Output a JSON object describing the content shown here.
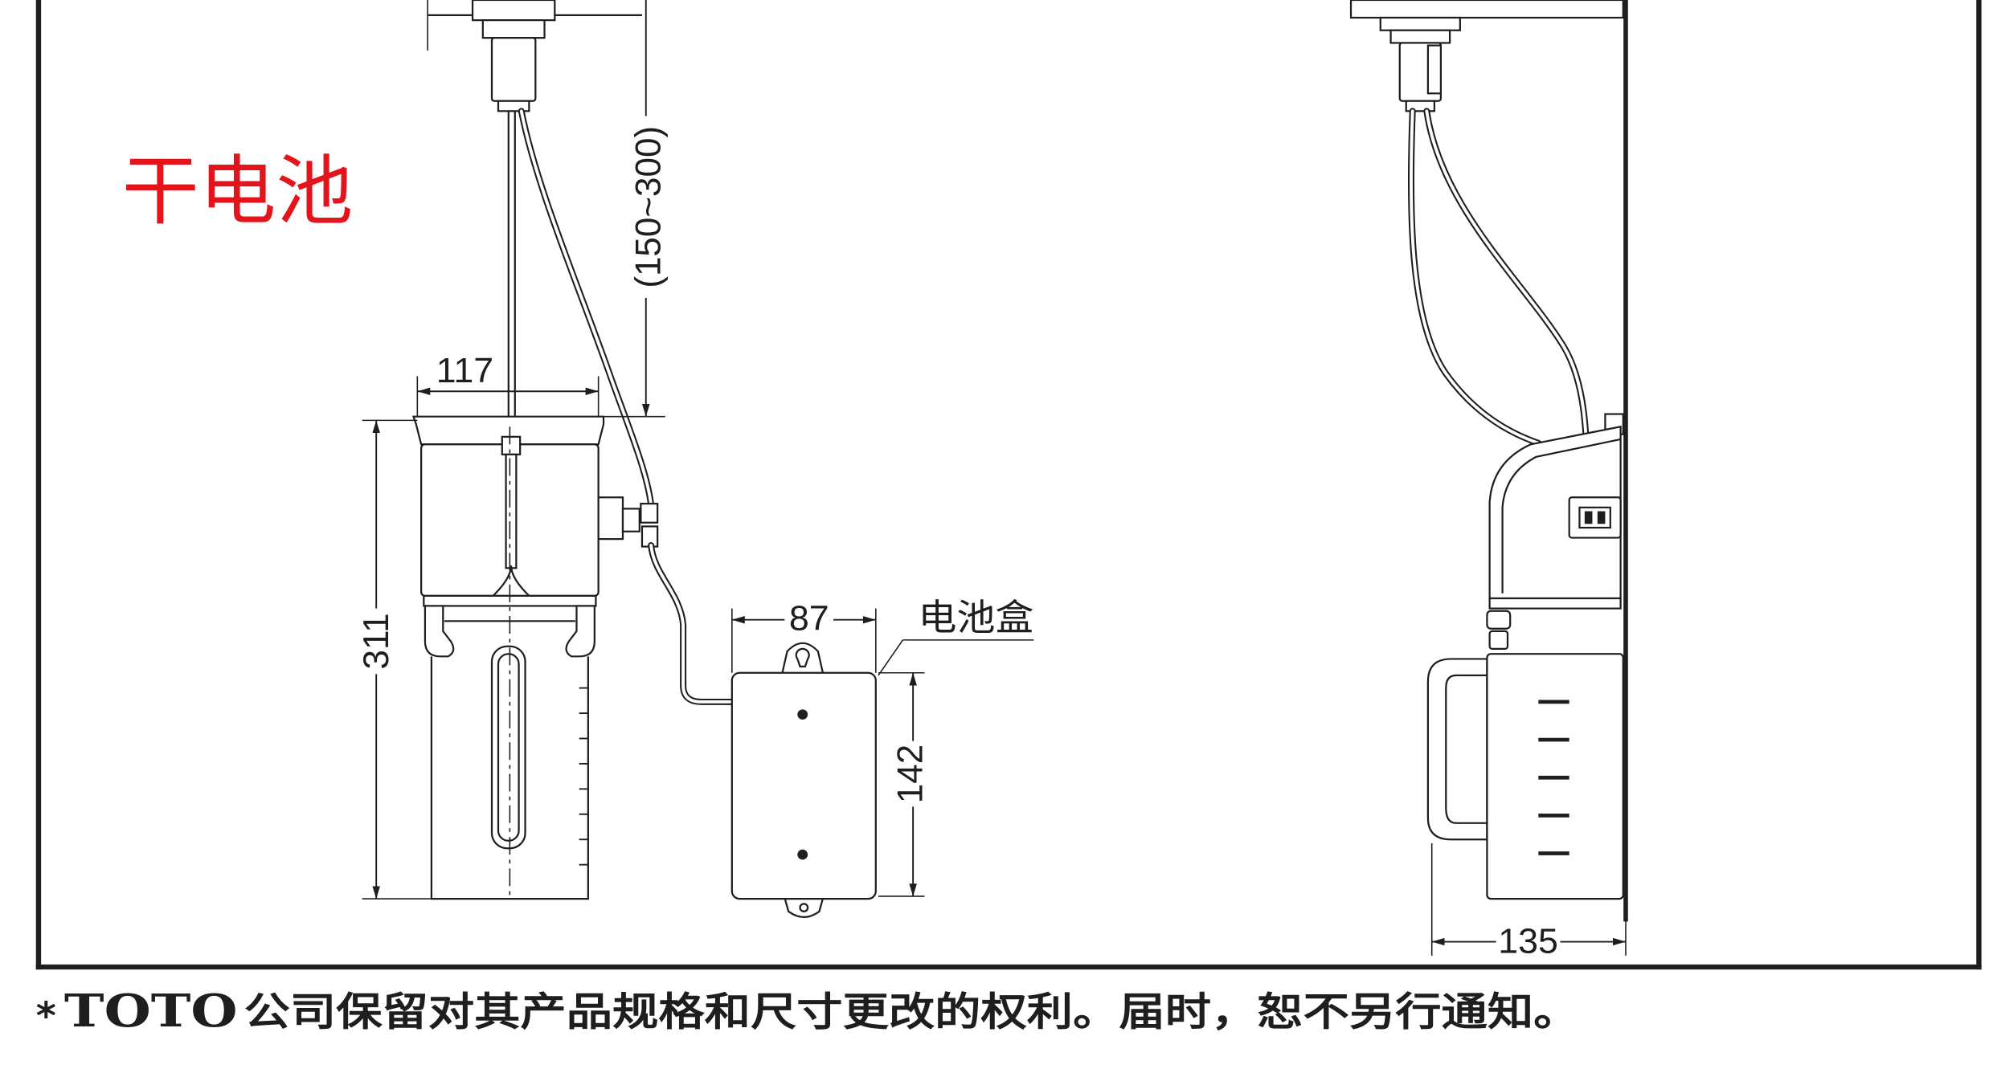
{
  "drawing": {
    "title": "干电池",
    "dims": {
      "adjust_range": "(150~300)",
      "tank_width": "117",
      "overall_height": "311",
      "box_width": "87",
      "box_height": "142",
      "side_depth": "135"
    },
    "labels": {
      "battery_box": "电池盒"
    }
  },
  "footnote": {
    "mark": "*",
    "brand": "TOTO",
    "notice": "公司保留对其产品规格和尺寸更改的权利。届时，恕不另行通知。"
  },
  "colors": {
    "title": "#e3141c",
    "ink": "#1e1e1e",
    "paper": "#ffffff"
  }
}
